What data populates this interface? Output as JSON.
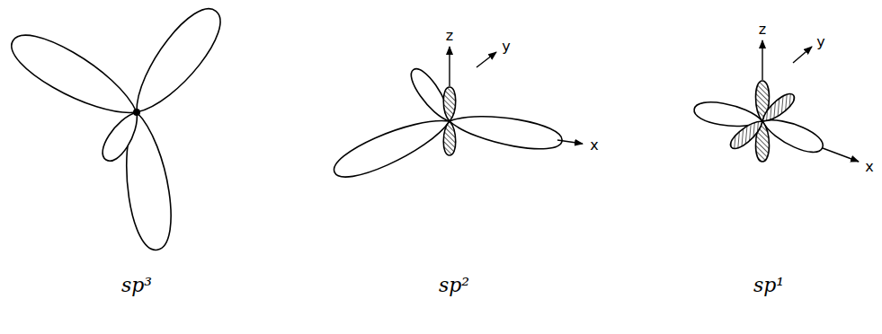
{
  "diagram": {
    "labels": [
      "sp³",
      "z",
      "y",
      "x",
      "sp²",
      "z",
      "y",
      "x",
      "sp¹"
    ]
  }
}
